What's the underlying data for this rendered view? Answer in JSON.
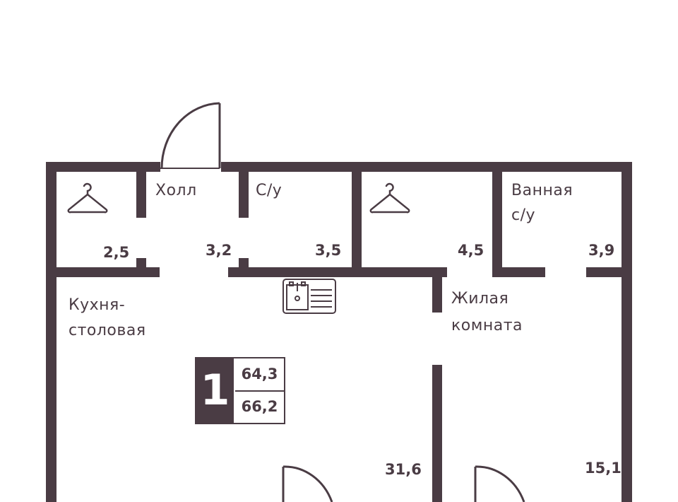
{
  "plan": {
    "wall_color": "#4a3c44",
    "rooms": [
      {
        "name": "",
        "area": "2,5",
        "icon": "hanger-icon"
      },
      {
        "name": "Холл",
        "area": "3,2"
      },
      {
        "name": "С/у",
        "area": "3,5"
      },
      {
        "name": "",
        "area": "4,5",
        "icon": "hanger-icon"
      },
      {
        "name": "Ванная с/у",
        "name_line1": "Ванная",
        "name_line2": "с/у",
        "area": "3,9"
      },
      {
        "name": "Кухня-столовая",
        "name_line1": "Кухня-",
        "name_line2": "столовая",
        "area": "31,6",
        "icon": "sink-icon"
      },
      {
        "name": "Жилая комната",
        "name_line1": "Жилая",
        "name_line2": "комната",
        "area": "15,1"
      }
    ],
    "summary": {
      "rooms_count": "1",
      "living_area": "64,3",
      "total_area": "66,2"
    }
  }
}
